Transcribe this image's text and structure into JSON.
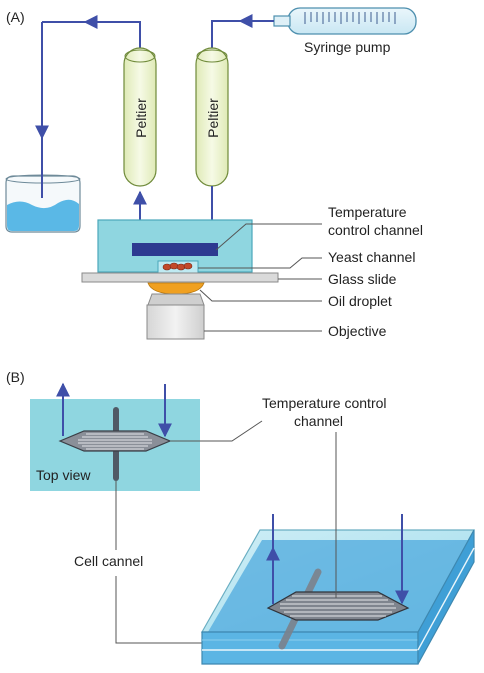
{
  "panel_a": {
    "label": "(A)",
    "syringe_pump": "Syringe pump",
    "peltier_left": "Peltier",
    "peltier_right": "Peltier",
    "temp_channel_line1": "Temperature",
    "temp_channel_line2": "control channel",
    "yeast_channel": "Yeast channel",
    "glass_slide": "Glass slide",
    "oil_droplet": "Oil droplet",
    "objective": "Objective"
  },
  "panel_b": {
    "label": "(B)",
    "temp_channel_line1": "Temperature control",
    "temp_channel_line2": "channel",
    "top_view": "Top view",
    "cell_channel": "Cell cannel"
  },
  "colors": {
    "arrow": "#3f4fa8",
    "peltier_fill": "#eef4d4",
    "chip_fill": "#8fd6e0",
    "water": "#5ab8e6",
    "glass": "#d8d8d8",
    "oil": "#f0a020",
    "dark_bar": "#2d3a90",
    "cells": "#c24a2a"
  }
}
